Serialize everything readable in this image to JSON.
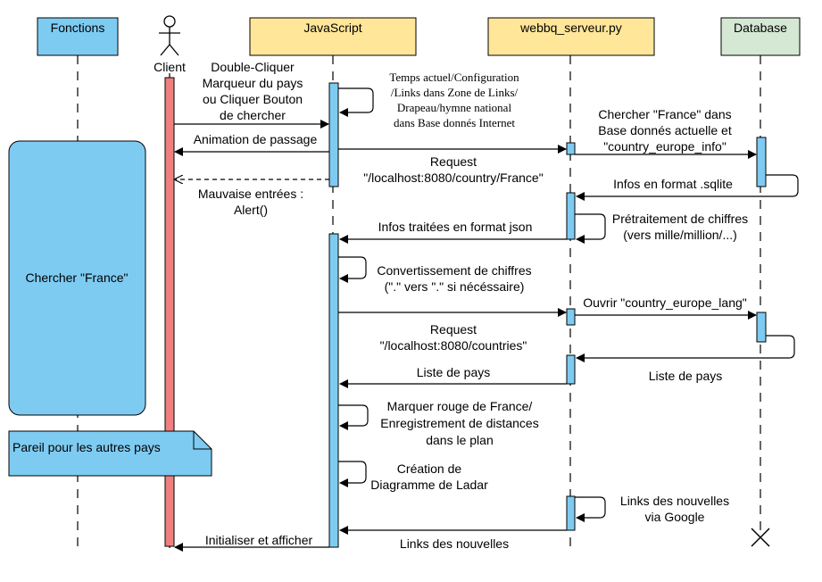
{
  "colors": {
    "blue": "#7ecbf2",
    "blue_stroke": "#2b6ea3",
    "yellow": "#ffe699",
    "yellow_stroke": "#b09a47",
    "green": "#d5e8d4",
    "green_stroke": "#82b366",
    "client_bar": "#f08080"
  },
  "participants": {
    "fonctions": "Fonctions",
    "client": "Client",
    "javascript": "JavaScript",
    "server": "webbq_serveur.py",
    "database": "Database"
  },
  "notes": {
    "chercher_france": "Chercher \"France\"",
    "pareil": "Pareil pour les autres pays"
  },
  "messages": {
    "m1": [
      "Double-Cliquer",
      "Marqueur du pays",
      "ou Cliquer Bouton",
      "de chercher"
    ],
    "m2": [
      "Temps actuel/Configuration",
      "/Links dans Zone de Links/",
      "Drapeau/hymne national",
      "dans Base donnés Internet"
    ],
    "m3": [
      "Animation de passage"
    ],
    "m4": [
      "Request",
      "\"/localhost:8080/country/France\""
    ],
    "m5": [
      "Mauvaise entrées :",
      "Alert()"
    ],
    "m6": [
      "Chercher \"France\" dans",
      "Base donnés actuelle et",
      "\"country_europe_info\""
    ],
    "m7": [
      "Infos en format .sqlite"
    ],
    "m8": [
      "Prétraitement de chiffres",
      "(vers mille/million/...)"
    ],
    "m9": [
      "Infos traitées en format json"
    ],
    "m10": [
      "Convertissement de chiffres",
      "(\".\" vers \".\" si nécéssaire)"
    ],
    "m11": [
      "Ouvrir \"country_europe_lang\""
    ],
    "m12": [
      "Request",
      "\"/localhost:8080/countries\""
    ],
    "m13": [
      "Liste de pays"
    ],
    "m14": [
      "Liste de pays"
    ],
    "m15": [
      "Marquer rouge de France/",
      "Enregistrement de distances",
      "dans le plan"
    ],
    "m16": [
      "Création de",
      "Diagramme de Ladar"
    ],
    "m17": [
      "Links des nouvelles",
      "via Google"
    ],
    "m18": [
      "Links des nouvelles"
    ],
    "m19": [
      "Initialiser et afficher"
    ]
  }
}
